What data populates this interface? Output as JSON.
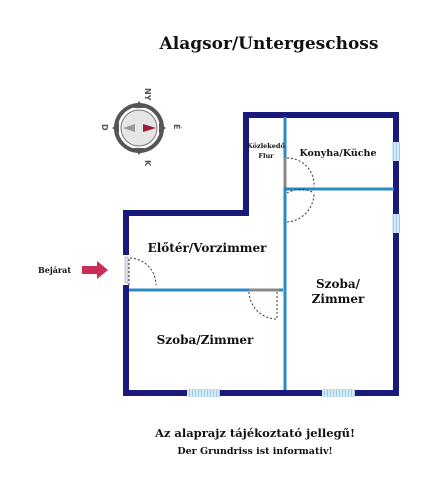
{
  "title": "Alagsor/Untergeschoss",
  "compass": {
    "north": "NY",
    "east": "É",
    "south": "K",
    "west": "D"
  },
  "entrance": {
    "label": "Bejárat"
  },
  "rooms": {
    "kozlekedo": {
      "line1": "Közlekedő",
      "line2": "Flur"
    },
    "konyha": {
      "label": "Konyha/Küche"
    },
    "eloter": {
      "label": "Előtér/Vorzimmer"
    },
    "szoba_right": {
      "line1": "Szoba/",
      "line2": "Zimmer"
    },
    "szoba_left": {
      "label": "Szoba/Zimmer"
    }
  },
  "footer": {
    "line1": "Az alaprajz tájékoztató jellegű!",
    "line2": "Der Grundriss ist informativ!"
  },
  "colors": {
    "wall": "#1a1a7a",
    "partition": "#2a8ac0",
    "window": "#8fc4e8",
    "arrow": "#cc2b55",
    "compass_arrow": "#a01e3c",
    "compass_ring": "#555555"
  }
}
